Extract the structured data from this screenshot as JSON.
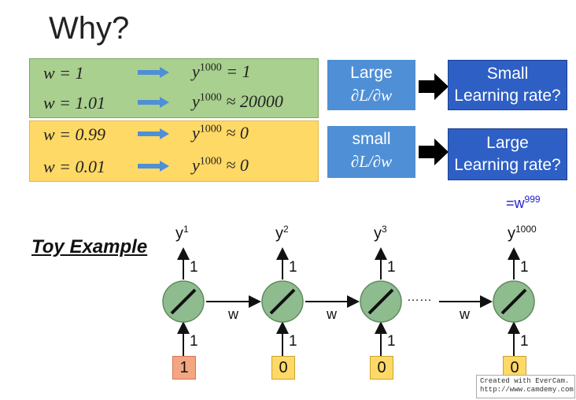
{
  "title": "Why?",
  "rows": [
    {
      "w": "w = 1",
      "y": "y",
      "exp": "1000",
      "rel": "= 1"
    },
    {
      "w": "w = 1.01",
      "y": "y",
      "exp": "1000",
      "rel": "≈ 20000"
    },
    {
      "w": "w = 0.99",
      "y": "y",
      "exp": "1000",
      "rel": "≈ 0"
    },
    {
      "w": "w = 0.01",
      "y": "y",
      "exp": "1000",
      "rel": "≈ 0"
    }
  ],
  "boxes": {
    "large_grad": {
      "line1": "Large",
      "line2": "∂L/∂w"
    },
    "small_grad": {
      "line1": "small",
      "line2": "∂L/∂w"
    },
    "small_lr": {
      "line1": "Small",
      "line2": "Learning rate?"
    },
    "large_lr": {
      "line1": "Large",
      "line2": "Learning rate?"
    }
  },
  "annotation": {
    "base": "=w",
    "exp": "999"
  },
  "toy_example": "Toy Example",
  "network": {
    "outputs": [
      {
        "base": "y",
        "exp": "1"
      },
      {
        "base": "y",
        "exp": "2"
      },
      {
        "base": "y",
        "exp": "3"
      },
      {
        "base": "y",
        "exp": "1000"
      }
    ],
    "out_weight": "1",
    "in_weight": "1",
    "recurrent_weight": "w",
    "inputs": [
      "1",
      "0",
      "0",
      "0"
    ],
    "ellipsis": "……"
  },
  "colors": {
    "green_box": "#a9d08e",
    "orange_box": "#ffd966",
    "blue_box": "#4f8fd6",
    "dark_blue_box": "#2e5fc4",
    "neuron": "#8fbc8f",
    "input_first": "#f4a582",
    "input_rest": "#ffd966",
    "annotation": "#2020d0"
  },
  "watermark": {
    "line1": "Created with EverCam.",
    "line2": "http://www.camdemy.com"
  }
}
